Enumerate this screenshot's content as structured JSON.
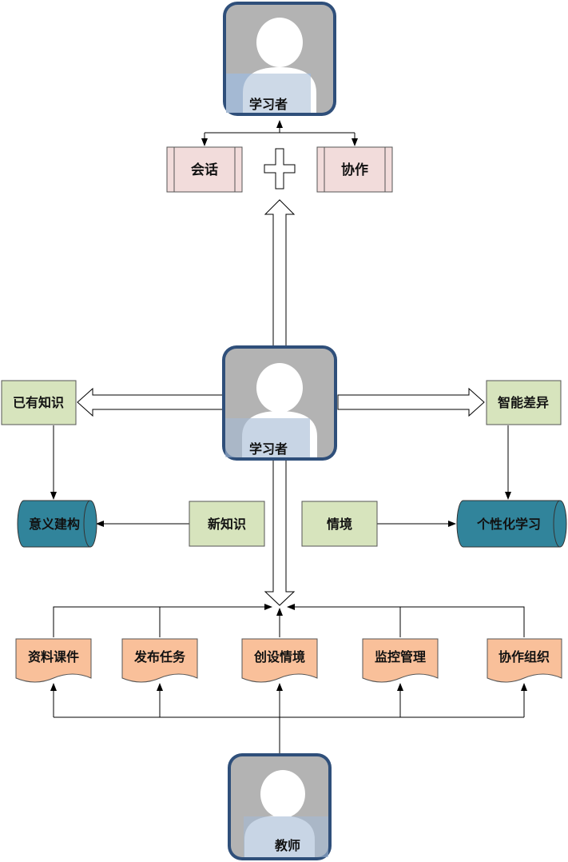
{
  "nodes": {
    "learner_top": "学习者",
    "conversation": "会话",
    "collaboration": "协作",
    "learner_center": "学习者",
    "prior_knowledge": "已有知识",
    "intelligent_difference": "智能差异",
    "meaning_construction": "意义建构",
    "new_knowledge": "新知识",
    "situation": "情境",
    "personalized_learning": "个性化学习",
    "materials": "资料课件",
    "publish_task": "发布任务",
    "create_situation": "创设情境",
    "monitor_manage": "监控管理",
    "collab_org": "协作组织",
    "teacher": "教师"
  },
  "colors": {
    "photo_frame": "#2f4f7a",
    "avatar_bg": "#b3b3b3",
    "avatar_shirt": "#a4b9d3",
    "pink_box": "#f2dcdb",
    "green_box": "#d7e4bd",
    "teal_cylinder": "#31849b",
    "orange_doc": "#f9c09a"
  }
}
